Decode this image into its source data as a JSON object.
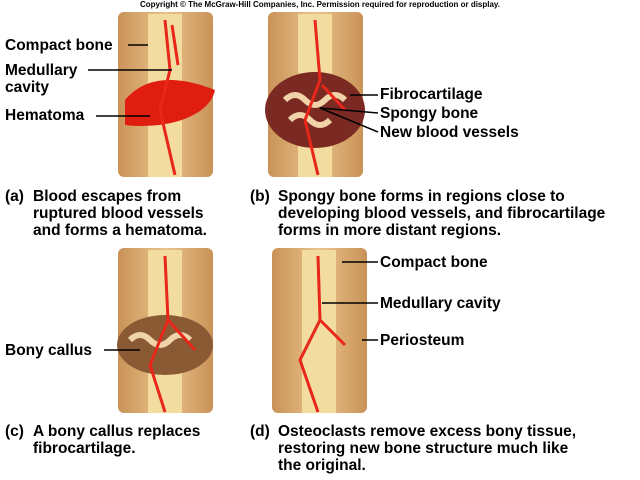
{
  "copyright": "Copyright © The McGraw-Hill Companies, Inc. Permission required for reproduction or display.",
  "panels": {
    "a": {
      "letter": "(a)",
      "caption": "Blood escapes from\nruptured blood vessels\nand forms a hematoma.",
      "labels": [
        "Compact bone",
        "Medullary\ncavity",
        "Hematoma"
      ]
    },
    "b": {
      "letter": "(b)",
      "caption": "Spongy bone forms in regions close to\ndeveloping blood vessels, and fibrocartilage\nforms in more distant regions.",
      "labels": [
        "Fibrocartilage",
        "Spongy bone",
        "New blood vessels"
      ]
    },
    "c": {
      "letter": "(c)",
      "caption": "A bony callus replaces\nfibrocartilage.",
      "labels": [
        "Bony callus"
      ]
    },
    "d": {
      "letter": "(d)",
      "caption": "Osteoclasts remove excess bony tissue,\nrestoring new bone structure much like\nthe original.",
      "labels": [
        "Compact bone",
        "Medullary cavity",
        "Periosteum"
      ]
    }
  },
  "colors": {
    "bone": "#e2b67a",
    "marrow": "#f3dca0",
    "vessel": "#e8261a",
    "hematoma": "#e01e10",
    "fibro": "#7a2a22"
  }
}
